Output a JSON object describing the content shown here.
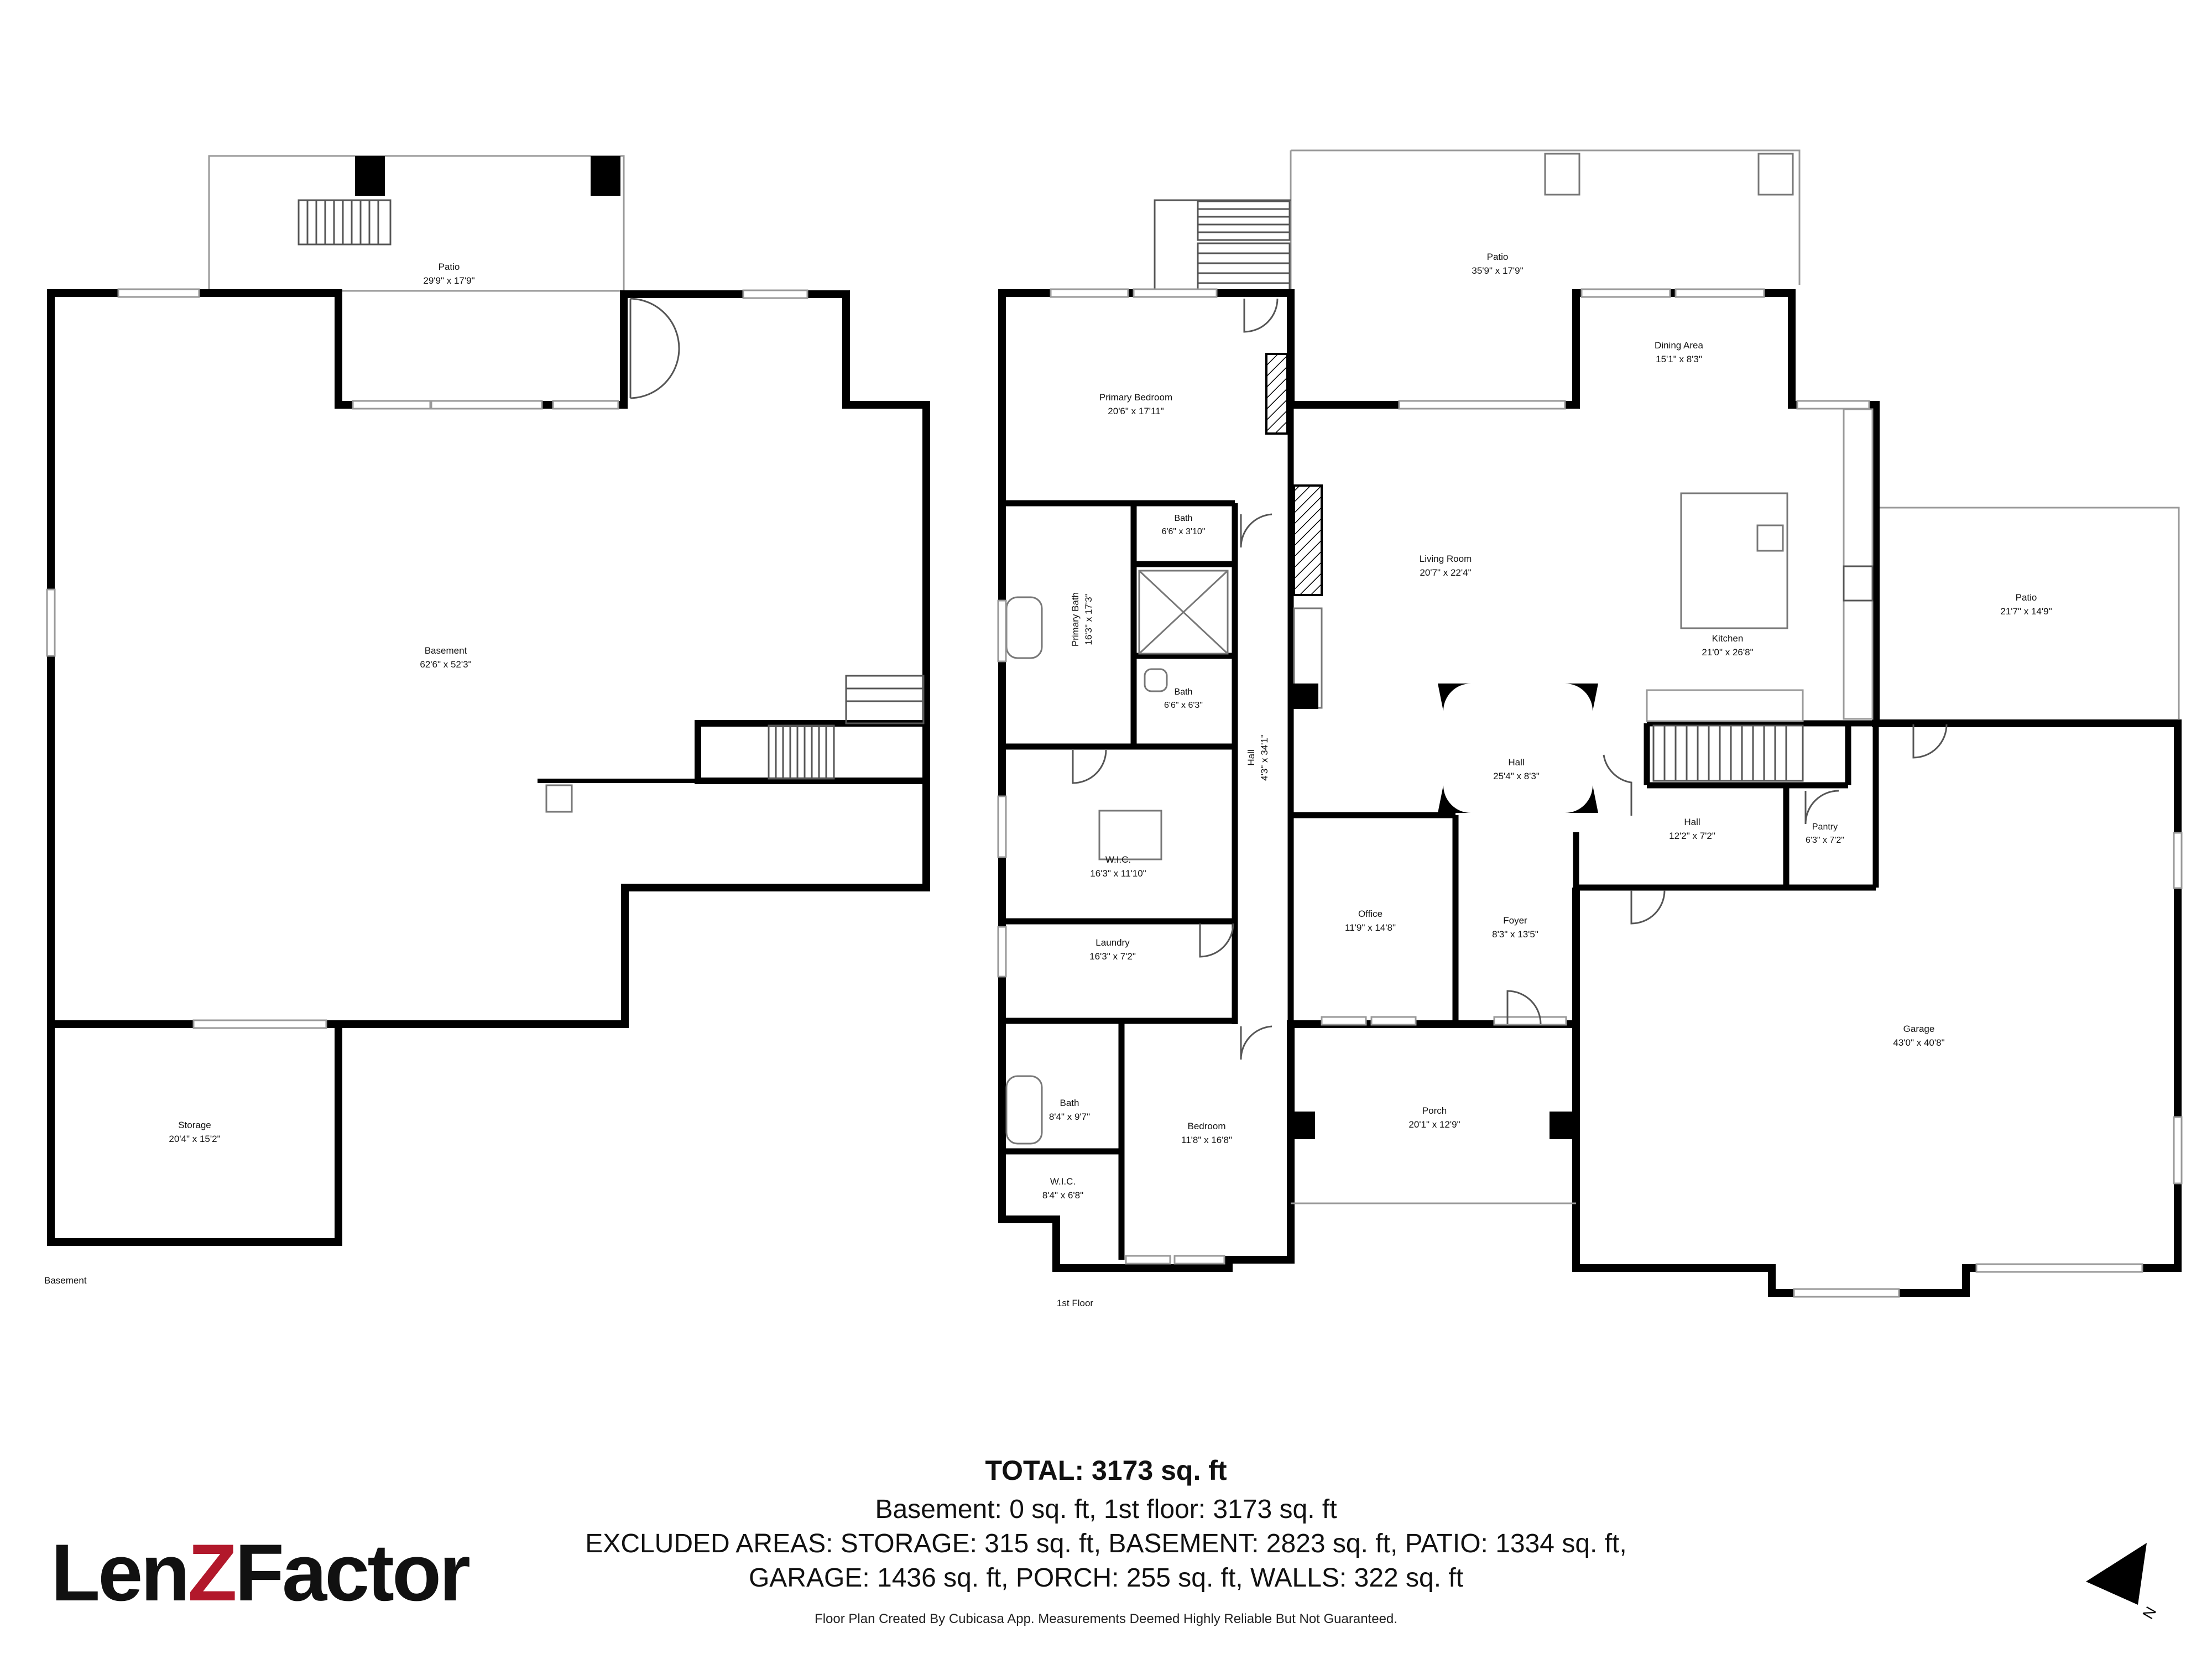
{
  "floors": [
    {
      "label": "Basement"
    },
    {
      "label": "1st Floor"
    }
  ],
  "rooms": {
    "b_patio": {
      "name": "Patio",
      "dims": "29'9\" x 17'9\""
    },
    "b_basement": {
      "name": "Basement",
      "dims": "62'6\" x 52'3\""
    },
    "b_storage": {
      "name": "Storage",
      "dims": "20'4\" x 15'2\""
    },
    "f_patio_n": {
      "name": "Patio",
      "dims": "35'9\" x 17'9\""
    },
    "f_dining": {
      "name": "Dining Area",
      "dims": "15'1\" x 8'3\""
    },
    "f_primary_bed": {
      "name": "Primary Bedroom",
      "dims": "20'6\" x 17'11\""
    },
    "f_bath1": {
      "name": "Bath",
      "dims": "6'6\" x 3'10\""
    },
    "f_primary_bath": {
      "name": "Primary Bath",
      "dims": "16'3\" x 17'3\""
    },
    "f_bath2": {
      "name": "Bath",
      "dims": "6'6\" x 6'3\""
    },
    "f_living": {
      "name": "Living Room",
      "dims": "20'7\" x 22'4\""
    },
    "f_kitchen": {
      "name": "Kitchen",
      "dims": "21'0\" x 26'8\""
    },
    "f_patio_e": {
      "name": "Patio",
      "dims": "21'7\" x 14'9\""
    },
    "f_hall_v": {
      "name": "Hall",
      "dims": "4'3\" x 34'1\""
    },
    "f_hall_c": {
      "name": "Hall",
      "dims": "25'4\" x 8'3\""
    },
    "f_hall_k": {
      "name": "Hall",
      "dims": "12'2\" x 7'2\""
    },
    "f_pantry": {
      "name": "Pantry",
      "dims": "6'3\" x 7'2\""
    },
    "f_wic1": {
      "name": "W.I.C.",
      "dims": "16'3\" x 11'10\""
    },
    "f_office": {
      "name": "Office",
      "dims": "11'9\" x 14'8\""
    },
    "f_foyer": {
      "name": "Foyer",
      "dims": "8'3\" x 13'5\""
    },
    "f_laundry": {
      "name": "Laundry",
      "dims": "16'3\" x 7'2\""
    },
    "f_garage": {
      "name": "Garage",
      "dims": "43'0\" x 40'8\""
    },
    "f_bath3": {
      "name": "Bath",
      "dims": "8'4\" x 9'7\""
    },
    "f_bedroom": {
      "name": "Bedroom",
      "dims": "11'8\" x 16'8\""
    },
    "f_porch": {
      "name": "Porch",
      "dims": "20'1\" x 12'9\""
    },
    "f_wic2": {
      "name": "W.I.C.",
      "dims": "8'4\" x 6'8\""
    }
  },
  "summary": {
    "total": "TOTAL: 3173 sq. ft",
    "line1": "Basement: 0 sq. ft, 1st floor: 3173 sq. ft",
    "line2": "EXCLUDED AREAS: STORAGE: 315 sq. ft, BASEMENT: 2823 sq. ft, PATIO: 1334 sq. ft,",
    "line3": "GARAGE: 1436 sq. ft, PORCH: 255 sq. ft, WALLS: 322 sq. ft",
    "disclaimer": "Floor Plan Created By Cubicasa App. Measurements Deemed Highly Reliable But Not Guaranteed."
  },
  "logo": {
    "part1": "Len",
    "part2": "Z",
    "part3": "Factor"
  },
  "compass": {
    "label": "N"
  },
  "colors": {
    "wall": "#000000",
    "thin": "#9a9a9a",
    "logo_accent": "#b2182b"
  }
}
